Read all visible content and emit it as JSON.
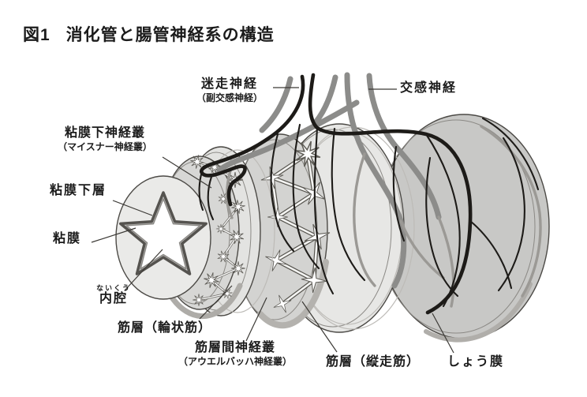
{
  "title": {
    "figure_no": "図1",
    "text": "消化管と腸管神経系の構造"
  },
  "labels": {
    "vagus": {
      "main": "迷走神経",
      "sub": "（副交感神経）"
    },
    "sympathetic": {
      "main": "交感神経"
    },
    "submucosal_plexus": {
      "main": "粘膜下神経叢",
      "sub": "（マイスナー神経叢）"
    },
    "submucosa": {
      "main": "粘膜下層"
    },
    "mucosa": {
      "main": "粘膜"
    },
    "lumen": {
      "main": "内腔",
      "furigana": "ないくう"
    },
    "circular_muscle": {
      "main": "筋層（輪状筋）"
    },
    "myenteric_plexus": {
      "main": "筋層間神経叢",
      "sub": "（アウエルバッハ神経叢）"
    },
    "longitudinal_muscle": {
      "main": "筋層（縦走筋）"
    },
    "serosa": {
      "main": "しょう膜"
    }
  },
  "colors": {
    "nerve-black": "#1d1b18",
    "nerve-gray": "#8c8c8a",
    "nerve-gray-light": "#9b9995",
    "outline": "#4c4a46",
    "serosa-fill": "#c8c8c6",
    "long-muscle-fill": "#e7e7e5",
    "myenteric-fill": "#d3d3d1",
    "circ-muscle-fill": "#e3e3e1",
    "subplex-fill": "#d7d7d5",
    "disc-fill": "#eaeae8",
    "lumen-fill": "#ffffff"
  }
}
